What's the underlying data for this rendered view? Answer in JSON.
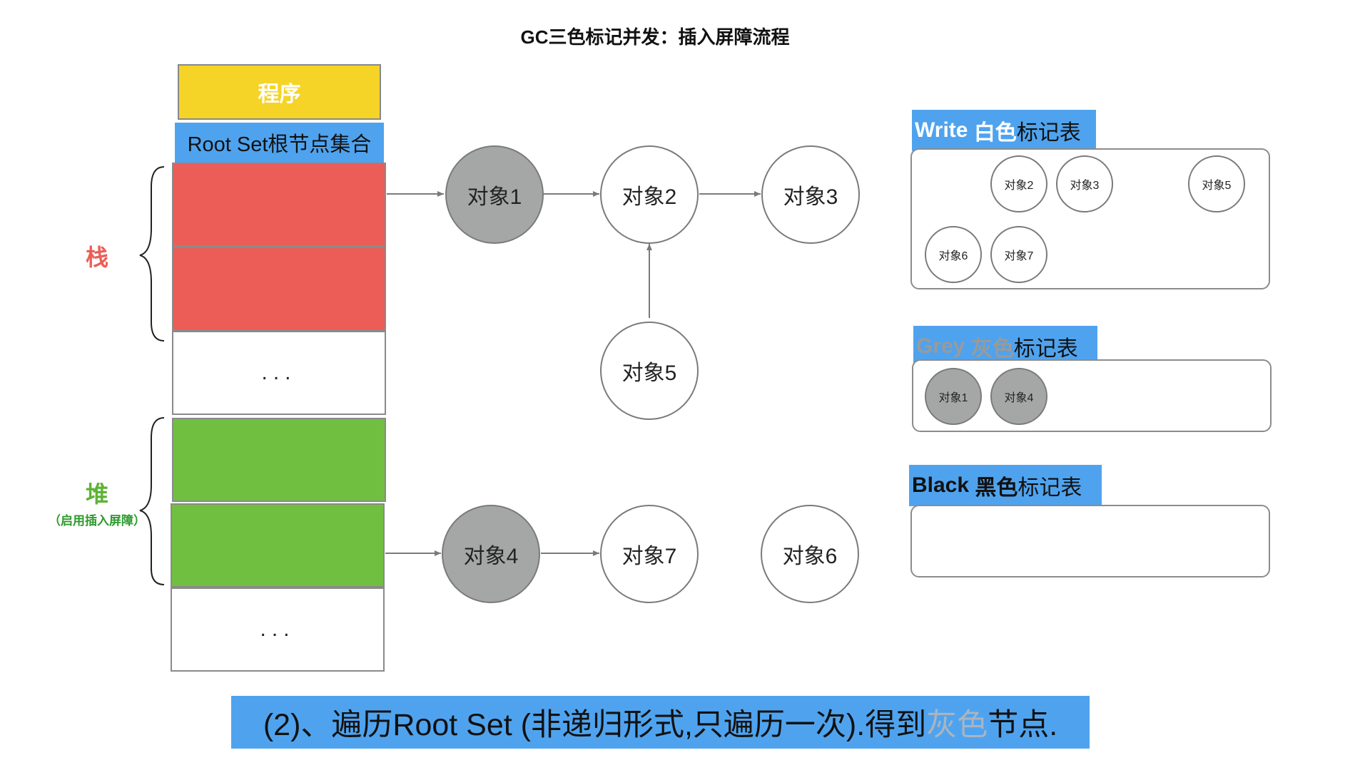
{
  "title": "GC三色标记并发：插入屏障流程",
  "program_label": "程序",
  "rootset_label": "Root Set根节点集合",
  "stack_label": "栈",
  "heap_label": "堆",
  "heap_sublabel": "（启用插入屏障）",
  "ellipsis": "...",
  "nodes": {
    "obj1": "对象1",
    "obj2": "对象2",
    "obj3": "对象3",
    "obj4": "对象4",
    "obj5": "对象5",
    "obj6": "对象6",
    "obj7": "对象7"
  },
  "white_table": {
    "title_en": "Write",
    "title_color": "白色",
    "title_suffix": "标记表",
    "items": [
      "对象2",
      "对象3",
      "对象5",
      "对象6",
      "对象7"
    ]
  },
  "grey_table": {
    "title_en": "Grey",
    "title_color": "灰色",
    "title_suffix": "标记表",
    "items": [
      "对象1",
      "对象4"
    ]
  },
  "black_table": {
    "title_en": "Black",
    "title_color": "黑色",
    "title_suffix": "标记表",
    "items": []
  },
  "caption": {
    "prefix": "(2)、遍历Root Set (非递归形式,只遍历一次).得到",
    "highlight": "灰色",
    "suffix": "节点."
  },
  "colors": {
    "program": "#f5d327",
    "label_blue": "#4fa3ee",
    "stack_red": "#ec5d57",
    "heap_green": "#70bf41",
    "grey_node": "#a5a7a6"
  }
}
